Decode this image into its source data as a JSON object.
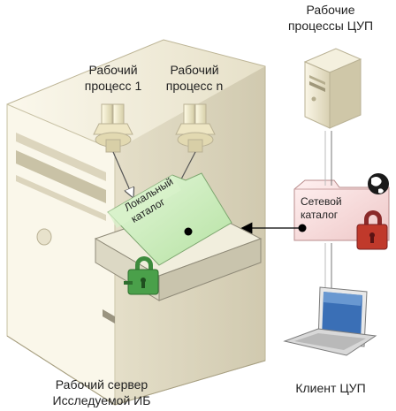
{
  "labels": {
    "server_processes": [
      "Рабочие",
      "процессы ЦУП"
    ],
    "process_1": [
      "Рабочий",
      "процесс 1"
    ],
    "process_n": [
      "Рабочий",
      "процесс n"
    ],
    "local_catalog": [
      "Локальный",
      "каталог"
    ],
    "network_catalog": [
      "Сетевой",
      "каталог"
    ],
    "client": "Клиент ЦУП",
    "work_server": [
      "Рабочий сервер",
      "Исследуемой ИБ"
    ]
  },
  "colors": {
    "server_body": "#f3efdd",
    "server_shadow": "#c9c2a6",
    "folder_green": "#cdeec0",
    "lock_green": "#4aa04a",
    "network_pink": "#f7dcdc",
    "lock_red": "#c0392b",
    "arrow": "#000000"
  }
}
